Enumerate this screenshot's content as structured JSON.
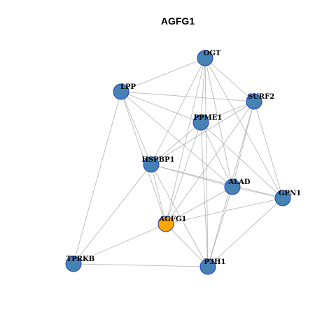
{
  "title": "AGFG1",
  "colors": {
    "node_default": "#4682B4",
    "node_border": "#1E3FC8",
    "node_focus": "#FFA500",
    "edge": "#B3B3B3"
  },
  "nodes": [
    {
      "id": "OGT",
      "label": "OGT",
      "focus": false
    },
    {
      "id": "LPP",
      "label": "LPP",
      "focus": false
    },
    {
      "id": "SURF2",
      "label": "SURF2",
      "focus": false
    },
    {
      "id": "PPME1",
      "label": "PPME1",
      "focus": false
    },
    {
      "id": "HSPBP1",
      "label": "HSPBP1",
      "focus": false
    },
    {
      "id": "ALAD",
      "label": "ALAD",
      "focus": false
    },
    {
      "id": "GPN1",
      "label": "GPN1",
      "focus": false
    },
    {
      "id": "AGFG1",
      "label": "AGFG1",
      "focus": true
    },
    {
      "id": "TPRKB",
      "label": "TPRKB",
      "focus": false
    },
    {
      "id": "P3H1",
      "label": "P3H1",
      "focus": false
    }
  ],
  "edges": [
    [
      "OGT",
      "LPP"
    ],
    [
      "OGT",
      "SURF2"
    ],
    [
      "OGT",
      "PPME1"
    ],
    [
      "OGT",
      "HSPBP1"
    ],
    [
      "OGT",
      "ALAD"
    ],
    [
      "OGT",
      "GPN1"
    ],
    [
      "OGT",
      "AGFG1"
    ],
    [
      "OGT",
      "P3H1"
    ],
    [
      "LPP",
      "SURF2"
    ],
    [
      "LPP",
      "PPME1"
    ],
    [
      "LPP",
      "HSPBP1"
    ],
    [
      "LPP",
      "ALAD"
    ],
    [
      "LPP",
      "AGFG1"
    ],
    [
      "LPP",
      "TPRKB"
    ],
    [
      "SURF2",
      "PPME1"
    ],
    [
      "SURF2",
      "HSPBP1"
    ],
    [
      "SURF2",
      "ALAD"
    ],
    [
      "SURF2",
      "GPN1"
    ],
    [
      "SURF2",
      "AGFG1"
    ],
    [
      "SURF2",
      "P3H1"
    ],
    [
      "PPME1",
      "HSPBP1"
    ],
    [
      "PPME1",
      "ALAD"
    ],
    [
      "PPME1",
      "GPN1"
    ],
    [
      "PPME1",
      "AGFG1"
    ],
    [
      "PPME1",
      "P3H1"
    ],
    [
      "HSPBP1",
      "ALAD"
    ],
    [
      "HSPBP1",
      "GPN1"
    ],
    [
      "HSPBP1",
      "AGFG1"
    ],
    [
      "HSPBP1",
      "P3H1"
    ],
    [
      "HSPBP1",
      "TPRKB"
    ],
    [
      "ALAD",
      "GPN1"
    ],
    [
      "ALAD",
      "AGFG1"
    ],
    [
      "ALAD",
      "P3H1"
    ],
    [
      "GPN1",
      "AGFG1"
    ],
    [
      "GPN1",
      "P3H1"
    ],
    [
      "AGFG1",
      "TPRKB"
    ],
    [
      "AGFG1",
      "P3H1"
    ],
    [
      "TPRKB",
      "P3H1"
    ]
  ]
}
